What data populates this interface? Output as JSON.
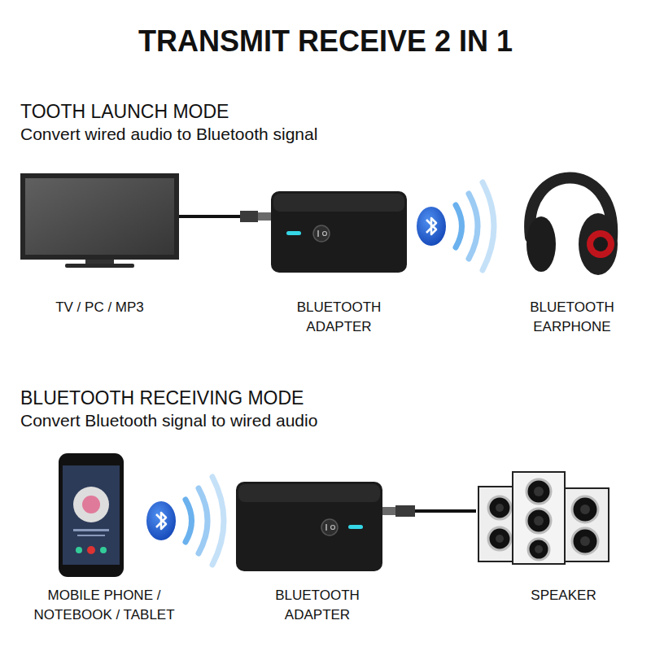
{
  "diagram": {
    "title": "TRANSMIT RECEIVE 2 IN 1",
    "nodes": [
      {
        "text": [
          "TV / PC / MP3"
        ]
      },
      {
        "text": [
          "BLUETOOTH ADAPTER"
        ]
      },
      {
        "text": [
          "BLUETOOTH EARPHONE"
        ]
      },
      {
        "text": [
          "MOBILE PHONE / NOTEBOOK / TABLET"
        ]
      },
      {
        "text": [
          "BLUETOOTH ADAPTER"
        ]
      },
      {
        "text": [
          "SPEAKER"
        ]
      }
    ],
    "edges": [
      {
        "from": 0,
        "to": 1,
        "arrow": "none"
      },
      {
        "from": 4,
        "to": 5,
        "arrow": "none"
      }
    ],
    "labels": [
      "TOOTH LAUNCH MODE",
      "Convert wired audio to Bluetooth signal",
      "BLUETOOTH RECEIVING MODE",
      "Convert Bluetooth signal to wired audio"
    ]
  }
}
